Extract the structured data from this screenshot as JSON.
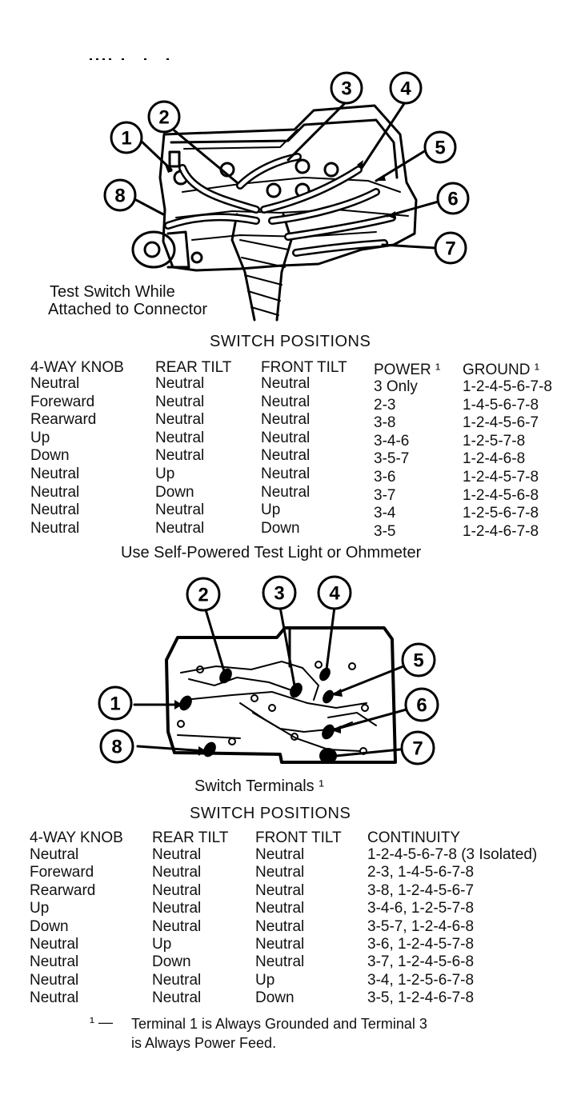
{
  "figure1": {
    "callouts": [
      "1",
      "2",
      "3",
      "4",
      "5",
      "6",
      "7",
      "8"
    ],
    "caption_line1": "Test Switch While",
    "caption_line2": "Attached to Connector"
  },
  "table1": {
    "title": "SWITCH POSITIONS",
    "headers": [
      "4-WAY KNOB",
      "REAR TILT",
      "FRONT TILT",
      "POWER ¹",
      "GROUND ¹"
    ],
    "rows": [
      [
        "Neutral",
        "Neutral",
        "Neutral",
        "3 Only",
        "1-2-4-5-6-7-8"
      ],
      [
        "Foreward",
        "Neutral",
        "Neutral",
        "2-3",
        "1-4-5-6-7-8"
      ],
      [
        "Rearward",
        "Neutral",
        "Neutral",
        "3-8",
        "1-2-4-5-6-7"
      ],
      [
        "Up",
        "Neutral",
        "Neutral",
        "3-4-6",
        "1-2-5-7-8"
      ],
      [
        "Down",
        "Neutral",
        "Neutral",
        "3-5-7",
        "1-2-4-6-8"
      ],
      [
        "Neutral",
        "Up",
        "Neutral",
        "3-6",
        "1-2-4-5-7-8"
      ],
      [
        "Neutral",
        "Down",
        "Neutral",
        "3-7",
        "1-2-4-5-6-8"
      ],
      [
        "Neutral",
        "Neutral",
        "Up",
        "3-4",
        "1-2-5-6-7-8"
      ],
      [
        "Neutral",
        "Neutral",
        "Down",
        "3-5",
        "1-2-4-6-7-8"
      ]
    ],
    "footer": "Use Self-Powered Test Light or Ohmmeter"
  },
  "figure2": {
    "callouts": [
      "1",
      "2",
      "3",
      "4",
      "5",
      "6",
      "7",
      "8"
    ],
    "caption": "Switch Terminals ¹"
  },
  "table2": {
    "title": "SWITCH POSITIONS",
    "headers": [
      "4-WAY KNOB",
      "REAR TILT",
      "FRONT TILT",
      "CONTINUITY"
    ],
    "rows": [
      [
        "Neutral",
        "Neutral",
        "Neutral",
        "1-2-4-5-6-7-8 (3 Isolated)"
      ],
      [
        "Foreward",
        "Neutral",
        "Neutral",
        "2-3, 1-4-5-6-7-8"
      ],
      [
        "Rearward",
        "Neutral",
        "Neutral",
        "3-8, 1-2-4-5-6-7"
      ],
      [
        "Up",
        "Neutral",
        "Neutral",
        "3-4-6, 1-2-5-7-8"
      ],
      [
        "Down",
        "Neutral",
        "Neutral",
        "3-5-7, 1-2-4-6-8"
      ],
      [
        "Neutral",
        "Up",
        "Neutral",
        "3-6, 1-2-4-5-7-8"
      ],
      [
        "Neutral",
        "Down",
        "Neutral",
        "3-7, 1-2-4-5-6-8"
      ],
      [
        "Neutral",
        "Neutral",
        "Up",
        "3-4, 1-2-5-6-7-8"
      ],
      [
        "Neutral",
        "Neutral",
        "Down",
        "3-5, 1-2-4-6-7-8"
      ]
    ]
  },
  "footnote": {
    "marker": "¹ —",
    "line1": "Terminal 1 is Always Grounded and Terminal 3",
    "line2": "is Always Power Feed."
  }
}
